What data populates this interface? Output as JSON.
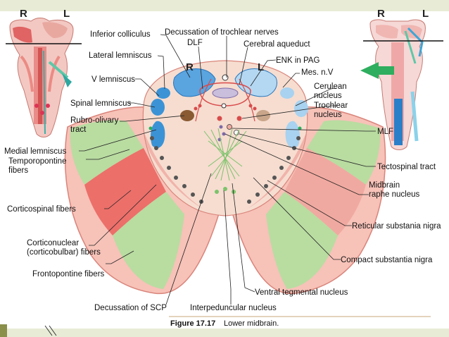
{
  "orientation": {
    "left_inset": {
      "r": "R",
      "l": "L"
    },
    "center": {
      "r": "R",
      "l": "L"
    },
    "right_inset": {
      "r": "R",
      "l": "L"
    }
  },
  "labels": {
    "inferior_colliculus": "Inferior colliculus",
    "decussation_trochlear": "Decussation of trochlear nerves",
    "dlf": "DLF",
    "cerebral_aqueduct": "Cerebral aqueduct",
    "lateral_lemniscus": "Lateral lemniscus",
    "enk_pag": "ENK in PAG",
    "mes_n_v": "Mes. n.V",
    "v_lemniscus": "V lemniscus",
    "cerulean_nucleus_1": "Cerulean",
    "cerulean_nucleus_2": "nucleus",
    "spinal_lemniscus": "Spinal lemniscus",
    "trochlear_nucleus_1": "Trochlear",
    "trochlear_nucleus_2": "nucleus",
    "rubro_olivary_1": "Rubro-olivary",
    "rubro_olivary_2": "tract",
    "mlf": "MLF",
    "medial_lemniscus": "Medial lemniscus",
    "tectospinal_tract": "Tectospinal tract",
    "temporopontine_1": "Temporopontine",
    "temporopontine_2": "fibers",
    "corticospinal_fibers": "Corticospinal fibers",
    "midbrain_raphe_1": "Midbrain",
    "midbrain_raphe_2": "raphe nucleus",
    "reticular_sn": "Reticular substania nigra",
    "corticonuclear_1": "Corticonuclear",
    "corticonuclear_2": "(corticobulbar) fibers",
    "compact_sn": "Compact substantia nigra",
    "frontopontine_fibers": "Frontopontine fibers",
    "ventral_tegmental": "Ventral tegmental nucleus",
    "decussation_scp": "Decussation of SCP",
    "interpeduncular": "Interpeduncular nucleus"
  },
  "caption": {
    "figure_number": "Figure 17.17",
    "title": "Lower midbrain."
  },
  "colors": {
    "frame": "#e8ecd6",
    "tegmentum": "#f6ddd0",
    "outline": "#d9847a",
    "crus_green": "#b9dca1",
    "corticospinal_red": "#ec6f6a",
    "nigra_pink": "#f0a9a0",
    "lemniscus_blue": "#3b93d6",
    "colliculus_blue": "#5aa4e0",
    "red_nucleus_brown": "#8a5a32",
    "scp_green": "#7cc36b"
  }
}
